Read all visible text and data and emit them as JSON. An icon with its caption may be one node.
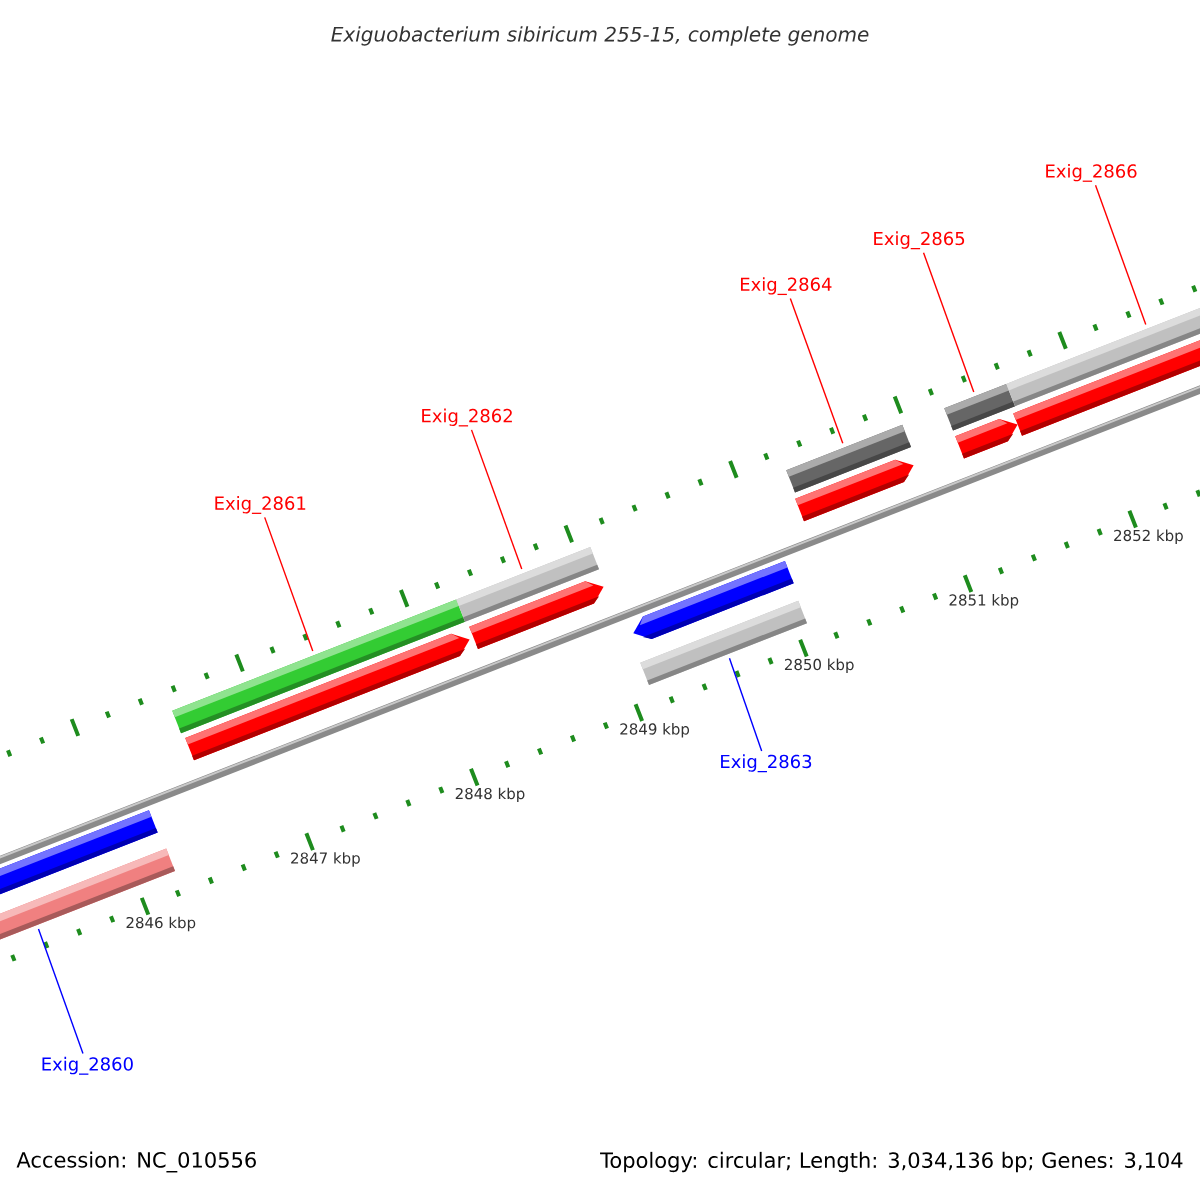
{
  "diagram": {
    "title": "Exiguobacterium sibiricum 255-15, complete genome",
    "nodes": [
      {
        "text": [
          "Exig_2860"
        ]
      },
      {
        "text": [],
        "shape": "bar"
      },
      {
        "text": [],
        "shape": "pentagon"
      },
      {
        "text": [
          "Exig_2861"
        ]
      },
      {
        "text": [],
        "shape": "bar"
      },
      {
        "text": [],
        "shape": "pentagon"
      },
      {
        "text": [
          "Exig_2862"
        ]
      },
      {
        "text": [],
        "shape": "bar"
      },
      {
        "text": [],
        "shape": "pentagon"
      },
      {
        "text": [
          "Exig_2863"
        ]
      },
      {
        "text": [],
        "shape": "bar"
      },
      {
        "text": [],
        "shape": "pentagon"
      },
      {
        "text": [
          "Exig_2864"
        ]
      },
      {
        "text": [],
        "shape": "bar"
      },
      {
        "text": [],
        "shape": "pentagon"
      },
      {
        "text": [
          "Exig_2865"
        ]
      },
      {
        "text": [],
        "shape": "bar"
      },
      {
        "text": [],
        "shape": "pentagon"
      },
      {
        "text": [
          "Exig_2866"
        ]
      },
      {
        "text": [],
        "shape": "bar"
      },
      {
        "text": [],
        "shape": "pentagon"
      }
    ],
    "edges": [
      {
        "from": 0,
        "to": 1,
        "arrow": "none",
        "color": "#0000ff"
      },
      {
        "from": 3,
        "to": 4,
        "arrow": "none"
      },
      {
        "from": 6,
        "to": 7,
        "arrow": "none"
      },
      {
        "from": 9,
        "to": 10,
        "arrow": "none",
        "color": "#0000ff"
      },
      {
        "from": 12,
        "to": 13,
        "arrow": "none"
      },
      {
        "from": 15,
        "to": 16,
        "arrow": "none"
      },
      {
        "from": 18,
        "to": 19,
        "arrow": "none"
      }
    ],
    "labels": [
      "2852 kbp",
      "2851 kbp",
      "2850 kbp",
      "2849 kbp",
      "2848 kbp",
      "2847 kbp",
      "2846 kbp",
      "Accession: NC_010556",
      "Topology: circular; Length: 3,034,136 bp; Genes: 3,104"
    ]
  }
}
